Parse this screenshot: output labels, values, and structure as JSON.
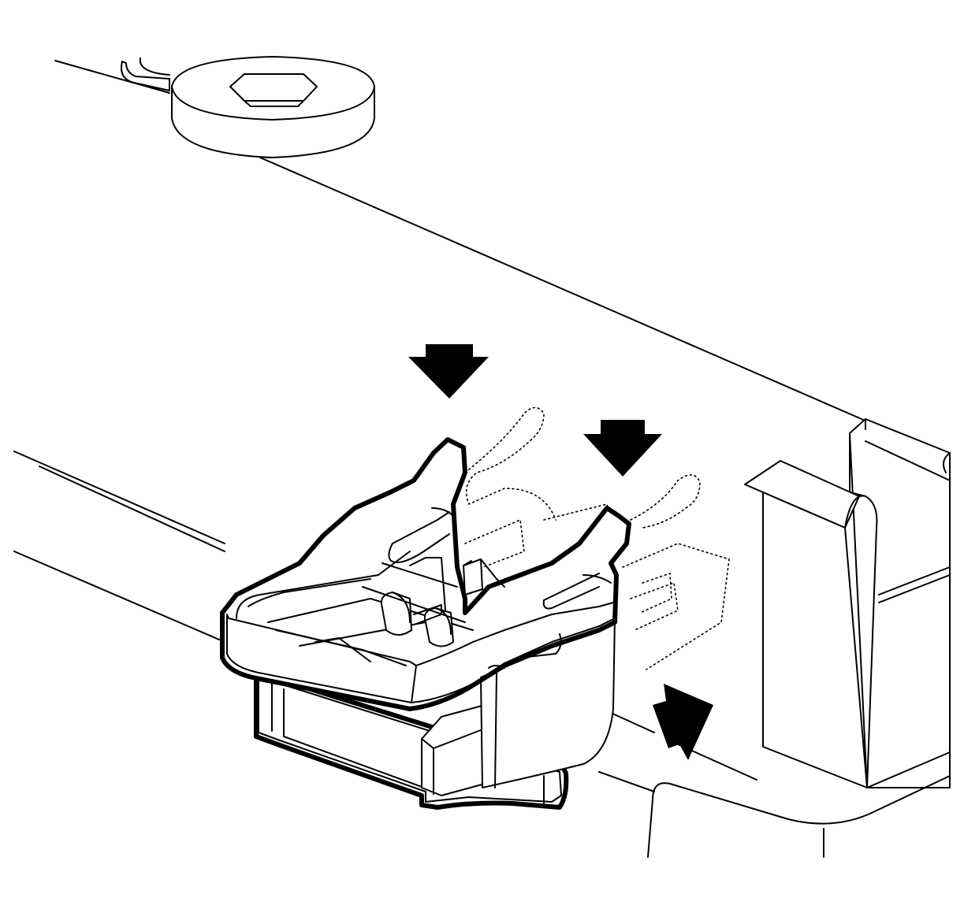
{
  "figure": {
    "callouts": [
      {
        "name": "arrow-press-left-tab",
        "direction": "down"
      },
      {
        "name": "arrow-press-right-tab",
        "direction": "down"
      },
      {
        "name": "arrow-mounting-slot",
        "direction": "down-left"
      }
    ],
    "parts": [
      "mounting-washer",
      "panel",
      "connector-clip",
      "connector-body",
      "bracket"
    ],
    "line_color": "#000000",
    "background": "#ffffff"
  }
}
